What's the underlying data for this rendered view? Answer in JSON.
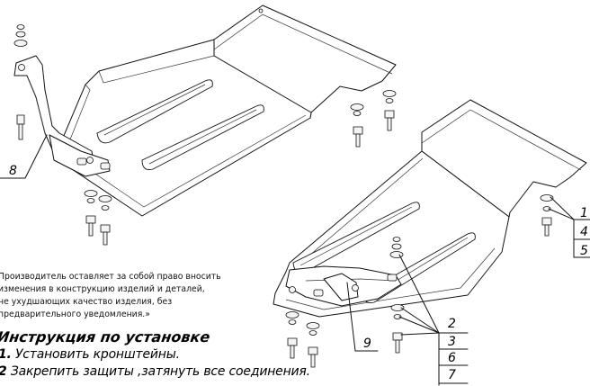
{
  "notice": {
    "line1": "Производитель оставляет за собой право вносить",
    "line2": "изменения в конструкцию изделий и деталей,",
    "line3": "не ухудшающих качество изделия, без",
    "line4": "предварительного уведомления.»"
  },
  "instructions": {
    "title": "Инструкция по установке",
    "steps": [
      {
        "number": "1.",
        "text": "Установить кронштейны."
      },
      {
        "number": "2",
        "text": "Закрепить защиты ,затянуть все соединения."
      }
    ]
  },
  "callouts": {
    "c1": "1",
    "c2": "2",
    "c3": "3",
    "c4": "4",
    "c5": "5",
    "c6": "6",
    "c7": "7",
    "c8": "8",
    "c9": "9"
  }
}
